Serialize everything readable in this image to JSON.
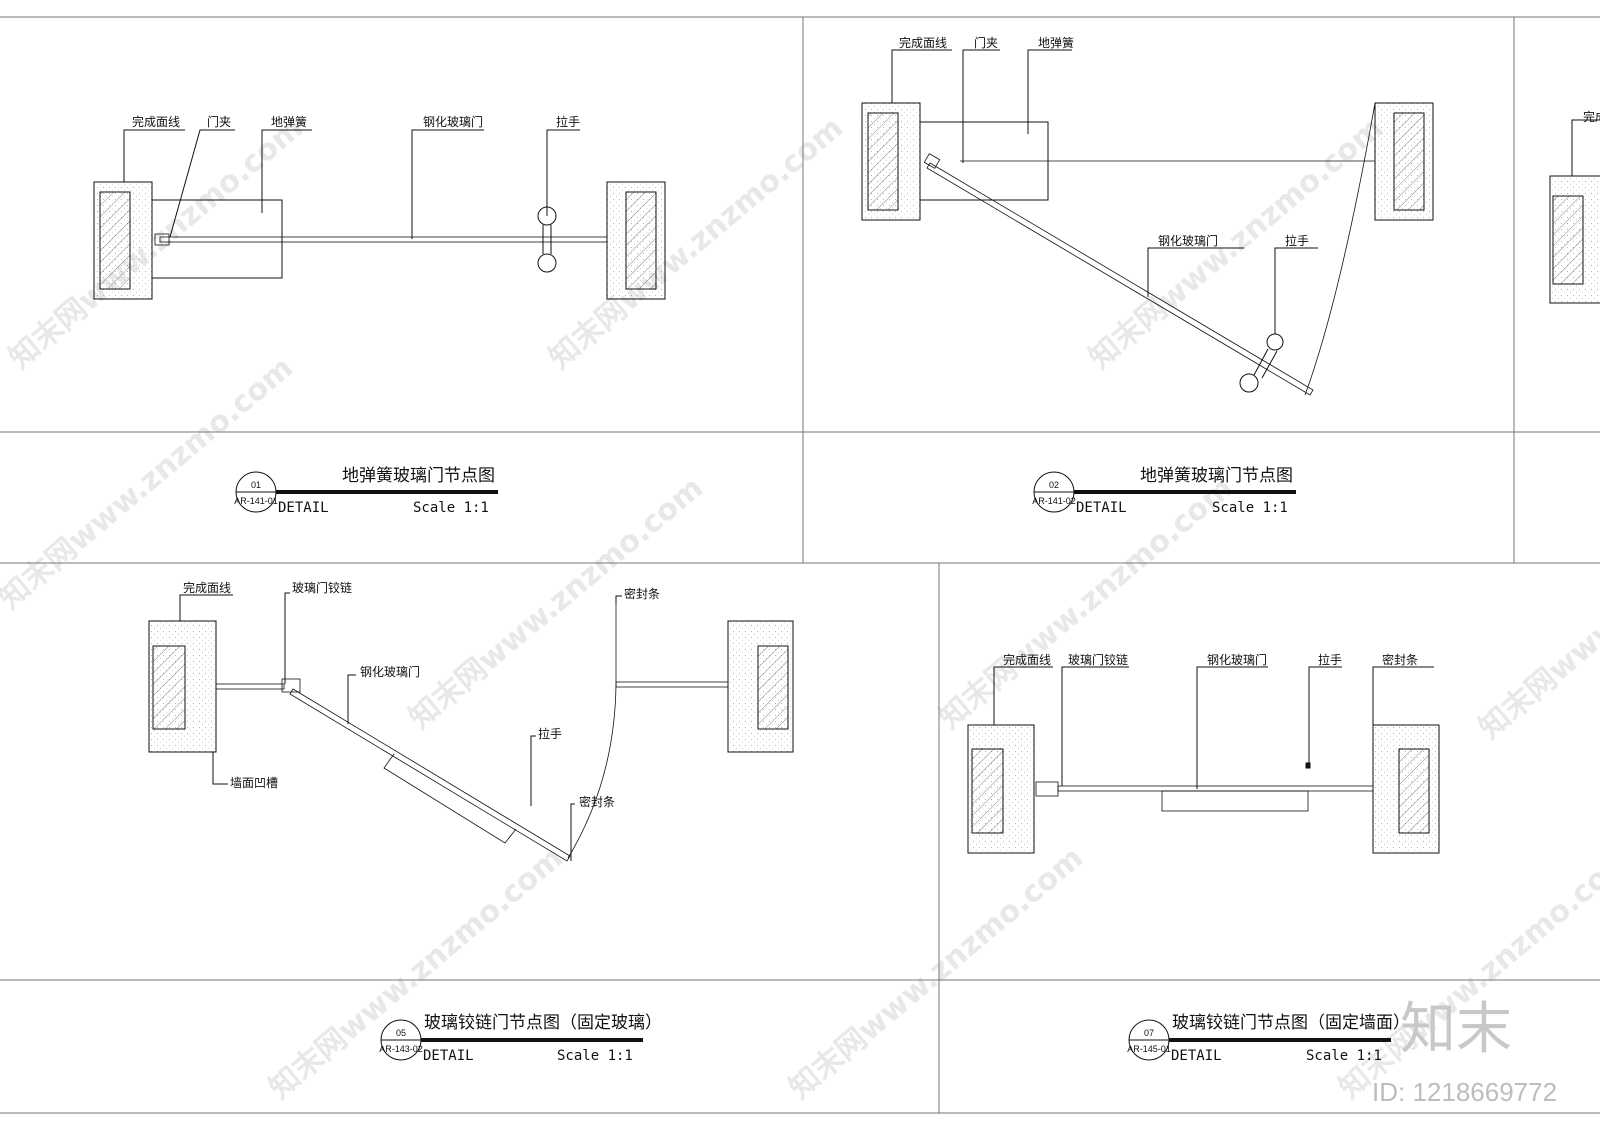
{
  "panels": {
    "p01": {
      "labels": {
        "finish_line": "完成面线",
        "door_clamp": "门夹",
        "floor_spring": "地弹簧",
        "tempered_glass_door": "钢化玻璃门",
        "handle": "拉手"
      },
      "title": "地弹簧玻璃门节点图",
      "number": "01",
      "sheet": "AR-141-01",
      "detail": "DETAIL",
      "scale": "Scale 1:1"
    },
    "p02": {
      "labels": {
        "finish_line": "完成面线",
        "door_clamp": "门夹",
        "floor_spring": "地弹簧",
        "tempered_glass_door": "钢化玻璃门",
        "handle": "拉手"
      },
      "title": "地弹簧玻璃门节点图",
      "number": "02",
      "sheet": "AR-141-02",
      "detail": "DETAIL",
      "scale": "Scale 1:1"
    },
    "p03_partial": {
      "finish_line_cut": "完成"
    },
    "p05": {
      "labels": {
        "finish_line": "完成面线",
        "glass_hinge": "玻璃门铰链",
        "tempered_glass_door": "钢化玻璃门",
        "seal_strip_top": "密封条",
        "handle": "拉手",
        "seal_strip_bottom": "密封条",
        "wall_groove": "墙面凹槽"
      },
      "title": "玻璃铰链门节点图（固定玻璃）",
      "number": "05",
      "sheet": "AR-143-02",
      "detail": "DETAIL",
      "scale": "Scale 1:1"
    },
    "p07": {
      "labels": {
        "finish_line": "完成面线",
        "glass_hinge": "玻璃门铰链",
        "tempered_glass_door": "钢化玻璃门",
        "handle": "拉手",
        "seal_strip": "密封条"
      },
      "title": "玻璃铰链门节点图（固定墙面）",
      "number": "07",
      "sheet": "AR-145-01",
      "detail": "DETAIL",
      "scale": "Scale 1:1"
    }
  },
  "watermark": {
    "text": "知末网www.znzmo.com",
    "brand": "知末",
    "id": "ID: 1218669772"
  },
  "colors": {
    "line": "#111111",
    "wall_fill": "#ffffff",
    "watermark": "#e6e6e6"
  }
}
